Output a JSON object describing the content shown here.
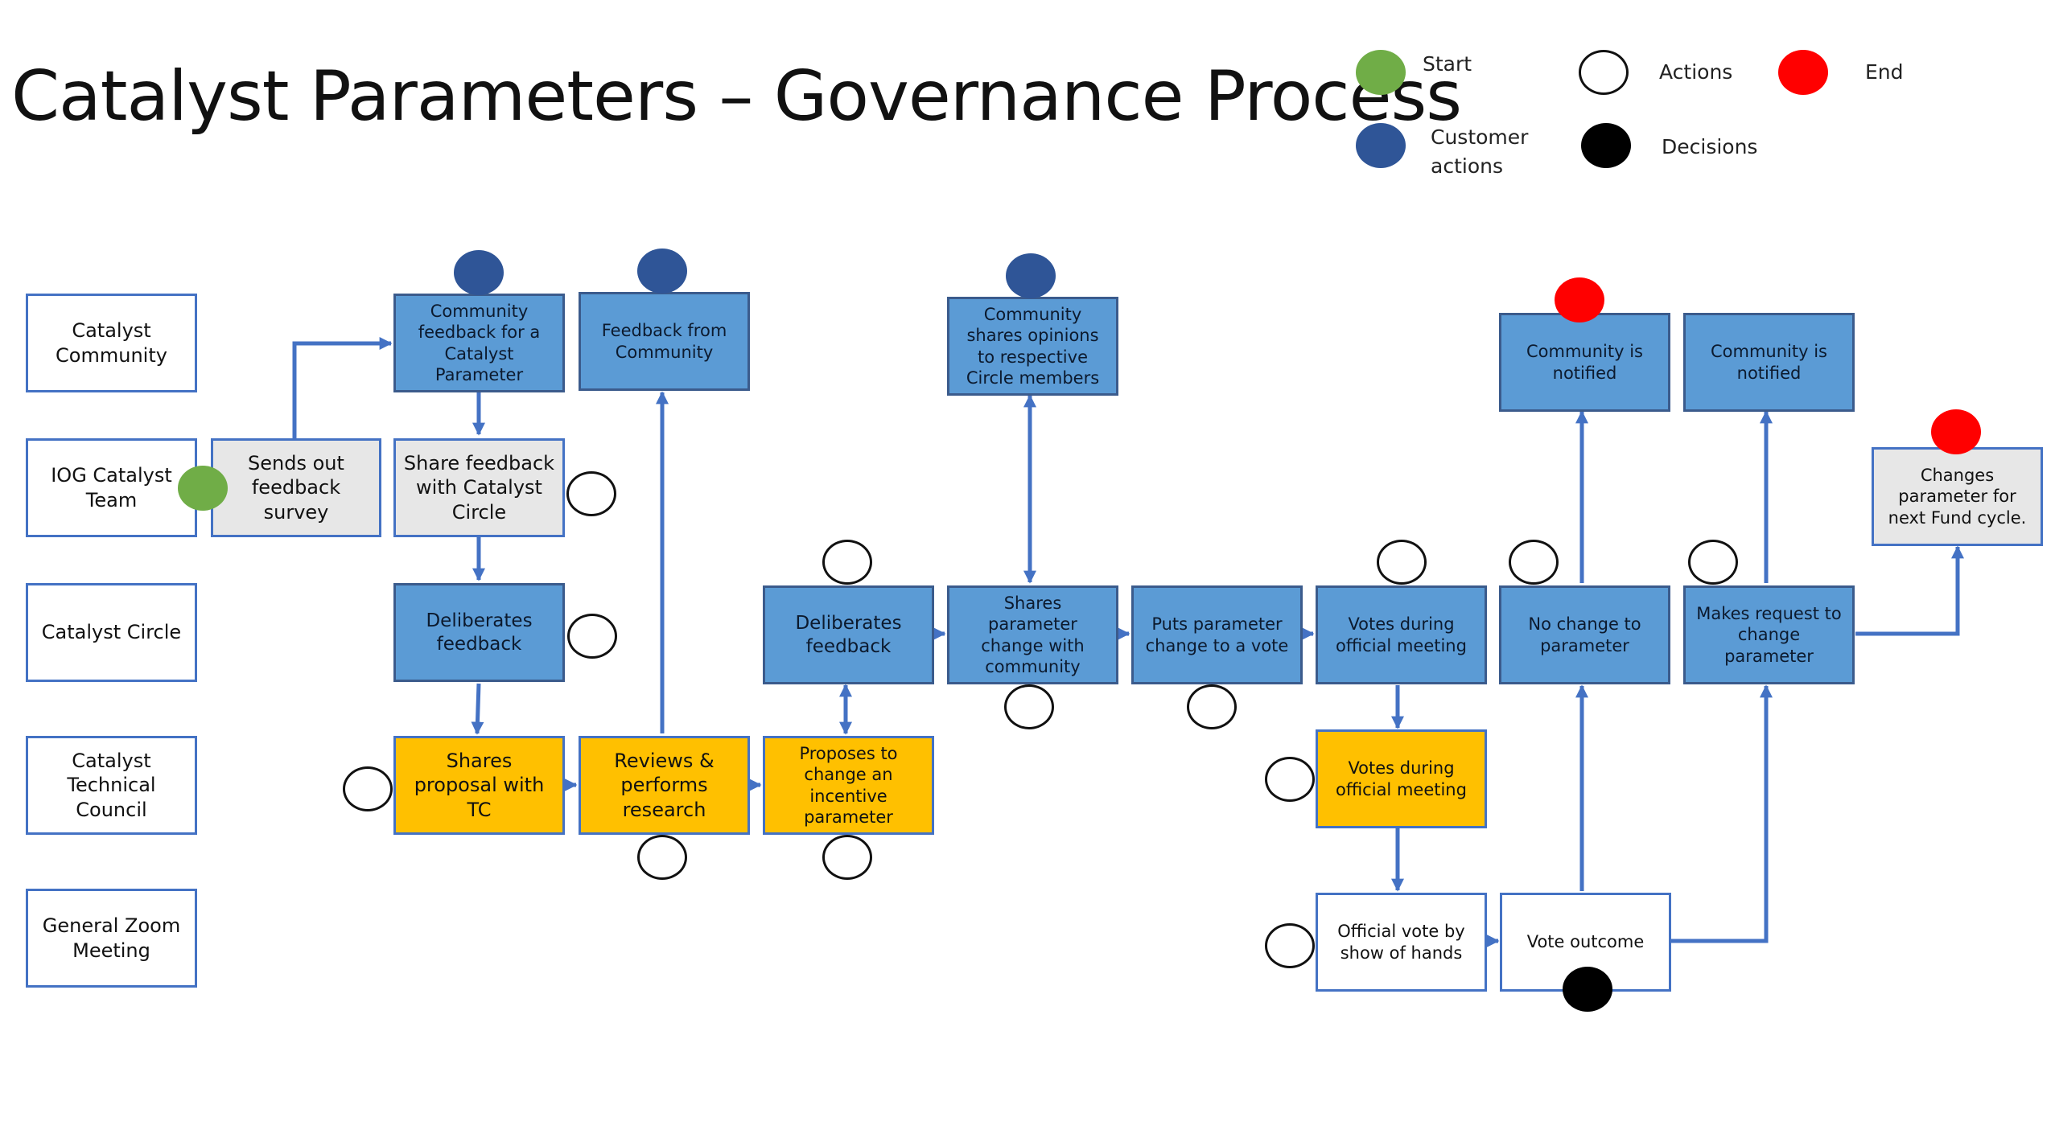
{
  "title": "Catalyst Parameters – Governance Process",
  "legend": {
    "start": "Start",
    "actions": "Actions",
    "end": "End",
    "customer_actions": "Customer\nactions",
    "decisions": "Decisions"
  },
  "colors": {
    "start": "#70ad47",
    "end": "#ff0000",
    "customer": "#2f5597",
    "decision": "#000000",
    "step_blue": "#5b9bd5",
    "step_gold": "#ffc000",
    "step_gray": "#e7e7e7",
    "connector": "#4472c4"
  },
  "lanes": {
    "community": "Catalyst\nCommunity",
    "iog_team": "IOG Catalyst\nTeam",
    "circle": "Catalyst Circle",
    "tc": "Catalyst\nTechnical\nCouncil",
    "zoom": "General Zoom\nMeeting"
  },
  "steps": {
    "sends_survey": "Sends out\nfeedback\nsurvey",
    "community_feedback": "Community\nfeedback for a\nCatalyst\nParameter",
    "share_feedback": "Share feedback\nwith Catalyst\nCircle",
    "deliberates_1": "Deliberates\nfeedback",
    "shares_proposal": "Shares\nproposal with\nTC",
    "feedback_from_community": "Feedback from\nCommunity",
    "reviews_research": "Reviews &\nperforms\nresearch",
    "deliberates_2": "Deliberates\nfeedback",
    "proposes_change": "Proposes to\nchange an\nincentive\nparameter",
    "community_shares": "Community\nshares opinions\nto respective\nCircle members",
    "shares_param": "Shares\nparameter\nchange with\ncommunity",
    "puts_vote": "Puts parameter\nchange  to a vote",
    "votes_circle": "Votes during\nofficial meeting",
    "votes_tc": "Votes during\nofficial meeting",
    "official_vote": "Official vote by\nshow of hands",
    "vote_outcome": "Vote outcome",
    "community_notified_1": "Community is\nnotified",
    "no_change": "No change to\nparameter",
    "community_notified_2": "Community is\nnotified",
    "makes_request": "Makes request to\nchange\nparameter",
    "changes_param": "Changes\nparameter for\nnext Fund cycle."
  }
}
